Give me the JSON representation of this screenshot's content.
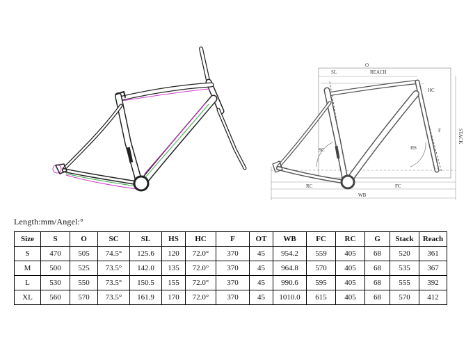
{
  "diagram_labels": {
    "reach": "REACH",
    "o": "O",
    "sl": "SL",
    "stack": "STACK",
    "sc": "SC",
    "hs": "HS",
    "f": "F",
    "hc": "HC",
    "rc": "RC",
    "fc": "FC",
    "wb": "WB"
  },
  "caption": "Length:mm/Angel:°",
  "table": {
    "headers": [
      "Size",
      "S",
      "O",
      "SC",
      "SL",
      "HS",
      "HC",
      "F",
      "OT",
      "WB",
      "FC",
      "RC",
      "G",
      "Stack",
      "Reach"
    ],
    "rows": [
      [
        "S",
        "470",
        "505",
        "74.5°",
        "125.6",
        "120",
        "72.0°",
        "370",
        "45",
        "954.2",
        "559",
        "405",
        "68",
        "520",
        "361"
      ],
      [
        "M",
        "500",
        "525",
        "73.5°",
        "142.0",
        "135",
        "72.0°",
        "370",
        "45",
        "964.8",
        "570",
        "405",
        "68",
        "535",
        "367"
      ],
      [
        "L",
        "530",
        "550",
        "73.5°",
        "150.5",
        "155",
        "72.0°",
        "370",
        "45",
        "990.6",
        "595",
        "405",
        "68",
        "555",
        "392"
      ],
      [
        "XL",
        "560",
        "570",
        "73.5°",
        "161.9",
        "170",
        "72.0°",
        "370",
        "45",
        "1010.0",
        "615",
        "405",
        "68",
        "570",
        "412"
      ]
    ]
  }
}
